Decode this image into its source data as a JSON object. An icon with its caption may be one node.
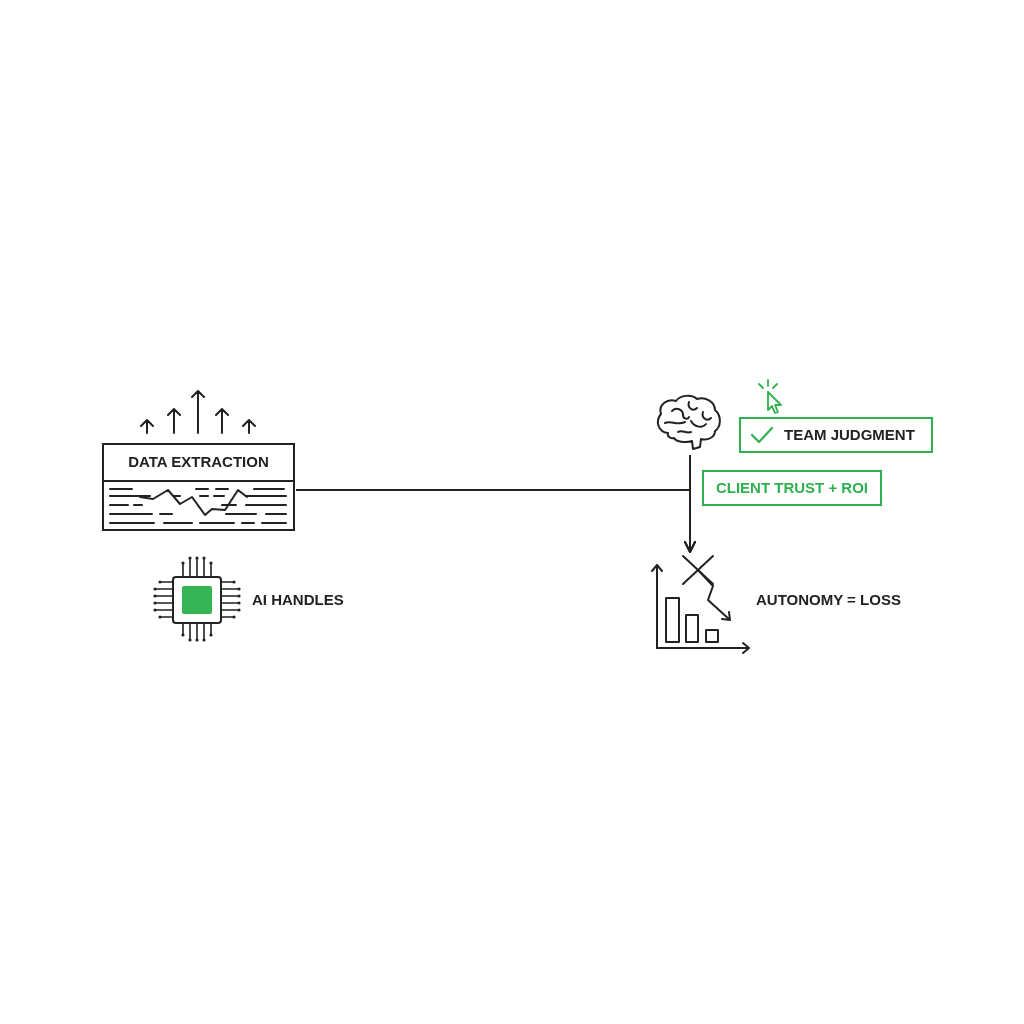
{
  "diagram": {
    "nodes": [
      {
        "text": [
          "DATA EXTRACTION"
        ]
      },
      {
        "text": [],
        "shape": "picture"
      },
      {
        "text": [
          "TEAM JUDGMENT"
        ]
      },
      {
        "text": [
          "CLIENT TRUST + ROI"
        ]
      },
      {
        "text": [],
        "shape": "picture",
        "beside": [
          "AUTONOMY = LOSS"
        ]
      }
    ],
    "edges": [
      {
        "from": 0,
        "to": 4,
        "arrow": "to"
      },
      {
        "from": 1,
        "to": 4,
        "arrow": "to"
      }
    ],
    "labels": [
      "AI HANDLES"
    ]
  }
}
